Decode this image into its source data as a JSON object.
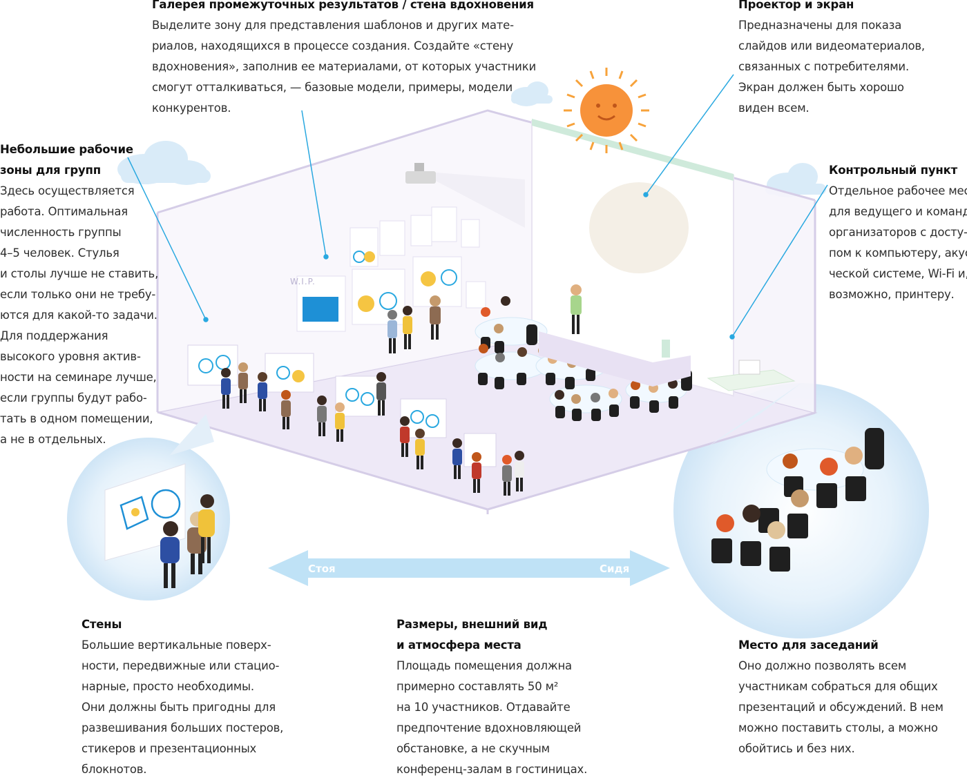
{
  "gallery": {
    "title": "Галерея промежуточных результатов / стена вдохновения",
    "lines": [
      "Выделите зону для представления шаблонов и других мате-",
      "риалов, находящихся в процессе создания. Создайте «стену",
      "вдохновения», заполнив ее материалами, от которых участники",
      "смогут отталкиваться, — базовые модели, примеры, модели",
      "конкурентов."
    ]
  },
  "projector": {
    "title": "Проектор и экран",
    "lines": [
      "Предназначены для показа",
      "слайдов или видеоматериалов,",
      "связанных с потребителями.",
      "Экран должен быть хорошо",
      "виден всем."
    ]
  },
  "groups": {
    "title_lines": [
      "Небольшие рабочие",
      "зоны для групп"
    ],
    "lines": [
      "Здесь осуществляется",
      "работа. Оптимальная",
      "численность группы",
      "4–5 человек. Стулья",
      "и столы лучше не ставить,",
      "если только они не требу-",
      "ются для какой-то задачи.",
      "Для поддержания",
      "высокого уровня актив-",
      "ности на семинаре лучше,",
      "если группы будут рабо-",
      "тать в одном помещении,",
      "а не в отдельных."
    ]
  },
  "control": {
    "title": "Контрольный пункт",
    "lines": [
      "Отдельное рабочее место",
      "для ведущего и команды",
      "организаторов с досту-",
      "пом к компьютеру, акусти-",
      "ческой системе, Wi-Fi и,",
      "возможно, принтеру."
    ]
  },
  "walls": {
    "title": "Стены",
    "lines": [
      "Большие вертикальные поверх-",
      "ности, передвижные или стацио-",
      "нарные, просто необходимы.",
      "Они должны быть пригодны для",
      "развешивания больших постеров,",
      "стикеров и презентационных",
      "блокнотов."
    ]
  },
  "size": {
    "title_lines": [
      "Размеры, внешний вид",
      "и атмосфера места"
    ],
    "lines": [
      "Площадь помещения должна",
      "примерно составлять 50 м²",
      "на 10 участников. Отдавайте",
      "предпочтение вдохновляющей",
      "обстановке, а не скучным",
      "конференц-залам в гостиницах."
    ]
  },
  "meeting": {
    "title": "Место для заседаний",
    "lines": [
      "Оно должно позволять всем",
      "участникам собраться для общих",
      "презентаций и обсуждений. В нем",
      "можно поставить столы, а можно",
      "обойтись и без них."
    ]
  },
  "arrow": {
    "left_label": "Стоя",
    "right_label": "Сидя"
  },
  "room": {
    "wip_label": "W.I.P."
  },
  "colors": {
    "leader_line": "#29a8e0",
    "floor": "#ece8f6",
    "wall_edge": "#cfc6e2",
    "circle_fill": "#dcecf8",
    "arrow": "#bfe2f6",
    "sun": "#f7a23a",
    "screen_bar": "#cfeadb"
  }
}
